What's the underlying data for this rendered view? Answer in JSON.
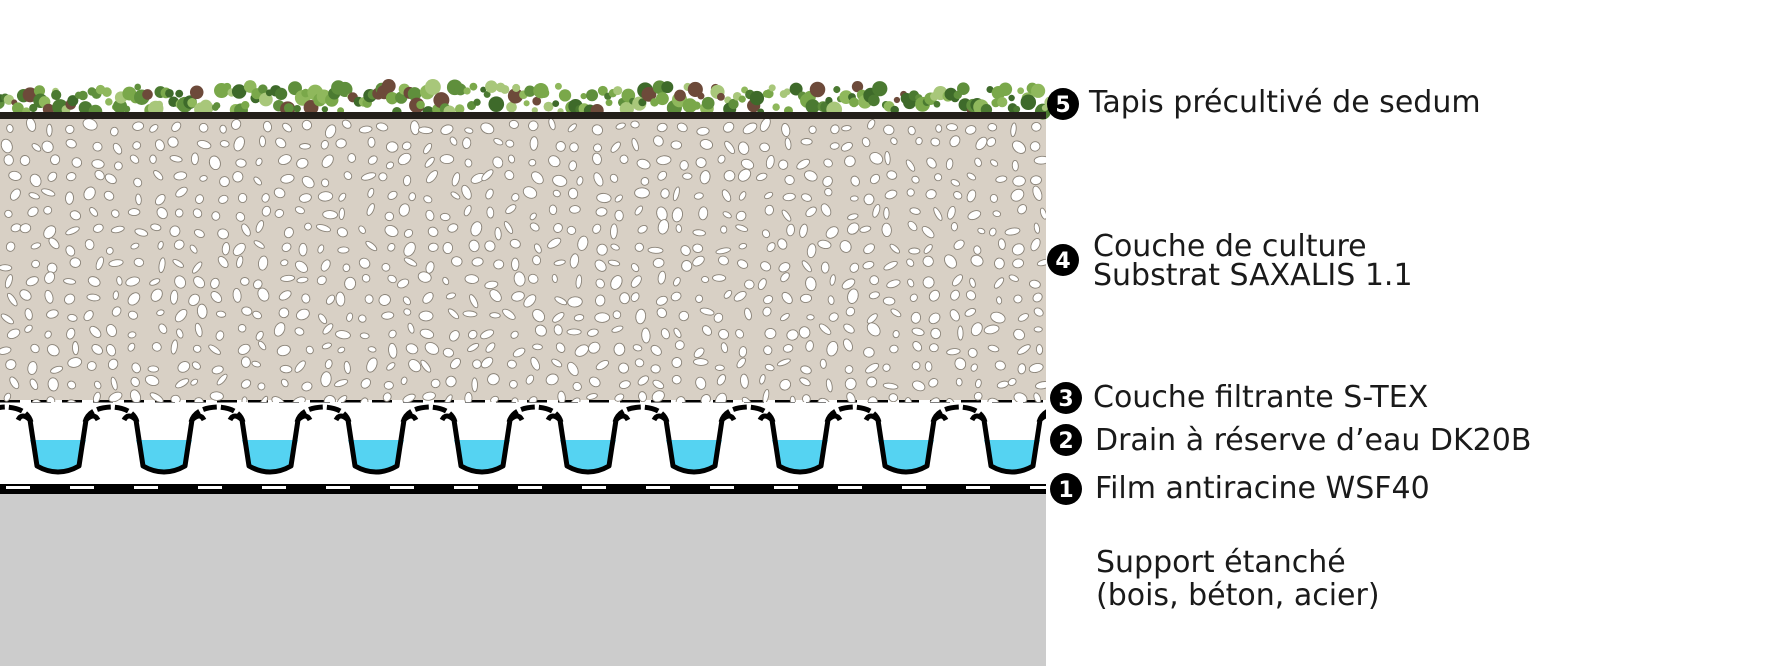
{
  "layers": [
    {
      "number": "5",
      "lines": [
        "Tapis précultivé de sedum"
      ]
    },
    {
      "number": "4",
      "lines": [
        "Couche de culture",
        "Substrat SAXALIS 1.1"
      ]
    },
    {
      "number": "3",
      "lines": [
        "Couche filtrante S-TEX"
      ]
    },
    {
      "number": "2",
      "lines": [
        "Drain à réserve d’eau DK20B"
      ]
    },
    {
      "number": "1",
      "lines": [
        "Film antiracine WSF40"
      ]
    }
  ],
  "support": {
    "lines": [
      "Support étanché",
      "(bois, béton, acier)"
    ]
  },
  "colors": {
    "sedum_green": "#5f8f3c",
    "sedum_dark": "#3e6a2a",
    "substrate": "#d8d0c5",
    "pebble": "#ffffff",
    "water": "#55d3f2",
    "concrete": "#cccccc",
    "ink": "#000000"
  }
}
